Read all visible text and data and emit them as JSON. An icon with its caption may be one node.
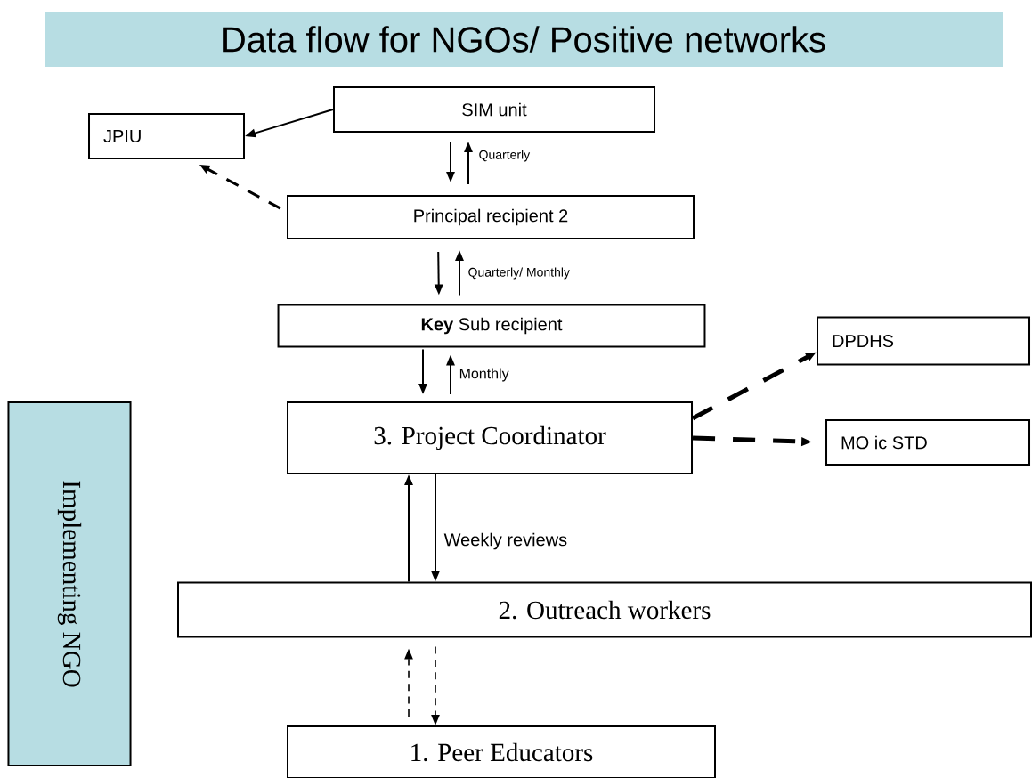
{
  "diagram": {
    "title": "Data flow for NGOs/ Positive networks",
    "nodes": [
      {
        "text": [
          "SIM unit"
        ]
      },
      {
        "text": [
          "JPIU"
        ]
      },
      {
        "text": [
          "Principal recipient 2"
        ]
      },
      {
        "text": [
          "**Key** Sub recipient"
        ]
      },
      {
        "text": [
          "3. Project Coordinator"
        ]
      },
      {
        "text": [
          "DPDHS"
        ]
      },
      {
        "text": [
          "MO ic STD"
        ]
      },
      {
        "text": [
          "2.  Outreach workers"
        ]
      },
      {
        "text": [
          "1. Peer Educators"
        ]
      },
      {
        "text": [
          "Implementing NGO"
        ]
      }
    ],
    "edges": [
      {
        "from": 0,
        "to": 1,
        "arrow": "to"
      },
      {
        "from": 0,
        "to": 2,
        "arrow": "to"
      },
      {
        "from": 2,
        "to": 0,
        "arrow": "to",
        "label": "Quarterly"
      },
      {
        "from": 2,
        "to": 1,
        "arrow": "to",
        "style": "dashed"
      },
      {
        "from": 2,
        "to": 3,
        "arrow": "to"
      },
      {
        "from": 3,
        "to": 2,
        "arrow": "to",
        "label": "Quarterly/ Monthly"
      },
      {
        "from": 3,
        "to": 4,
        "arrow": "to"
      },
      {
        "from": 4,
        "to": 3,
        "arrow": "to",
        "label": "Monthly"
      },
      {
        "from": 4,
        "to": 5,
        "arrow": "to",
        "style": "dashed"
      },
      {
        "from": 4,
        "to": 6,
        "arrow": "to",
        "style": "dashed"
      },
      {
        "from": 7,
        "to": 4,
        "arrow": "to"
      },
      {
        "from": 4,
        "to": 7,
        "arrow": "to",
        "label": "Weekly reviews"
      },
      {
        "from": 8,
        "to": 7,
        "arrow": "to",
        "style": "dashed"
      },
      {
        "from": 7,
        "to": 8,
        "arrow": "to",
        "style": "dashed"
      }
    ]
  }
}
